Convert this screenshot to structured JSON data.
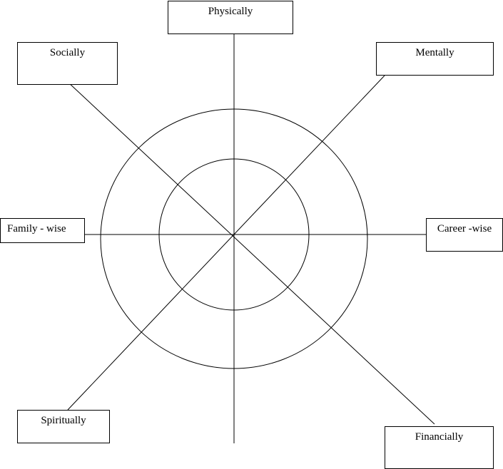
{
  "diagram": {
    "labels": {
      "physically": "Physically",
      "socially": "Socially",
      "mentally": "Mentally",
      "family": "Family - wise",
      "career": "Career -wise",
      "spiritually": "Spiritually",
      "financially": "Financially"
    },
    "colors": {
      "stroke": "#000000",
      "background": "#ffffff"
    }
  }
}
